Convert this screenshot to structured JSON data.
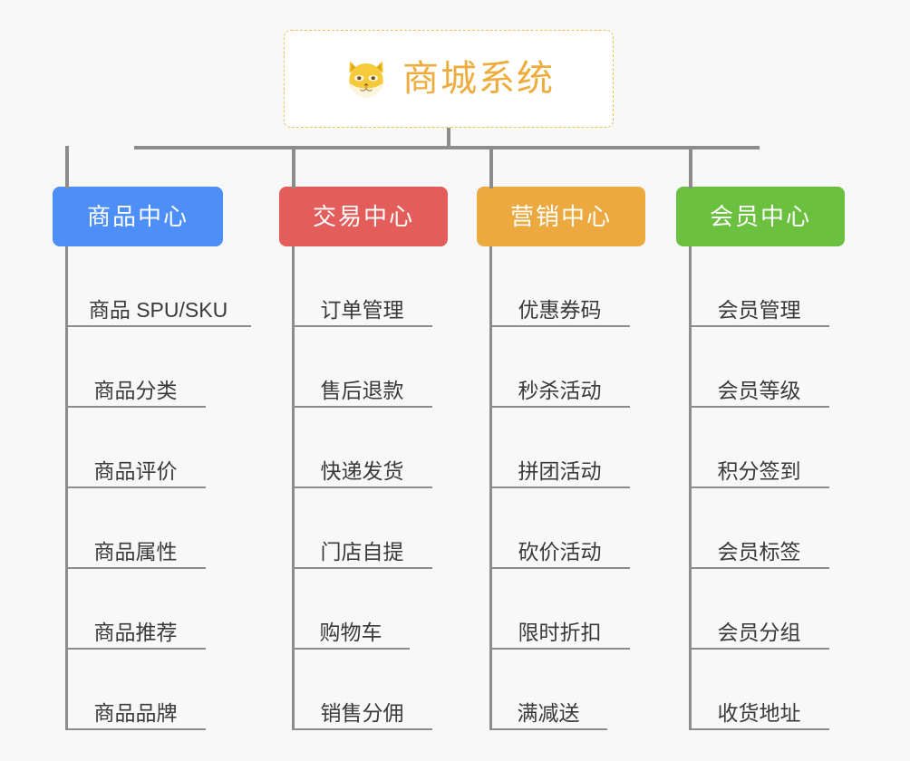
{
  "diagram": {
    "type": "mindmap",
    "background_color": "#f8f8f8",
    "connector_color": "#8c8c8c"
  },
  "root": {
    "title": "商城系统",
    "icon": "shiba-dog-face-icon",
    "text_color": "#eeac3c",
    "border_color": "#f0c060",
    "background_color": "#ffffff"
  },
  "branches": [
    {
      "label": "商品中心",
      "color": "#4d8ef7",
      "items": [
        {
          "label": "商品 SPU/SKU"
        },
        {
          "label": "商品分类"
        },
        {
          "label": "商品评价"
        },
        {
          "label": "商品属性"
        },
        {
          "label": "商品推荐"
        },
        {
          "label": "商品品牌"
        }
      ]
    },
    {
      "label": "交易中心",
      "color": "#e35d5b",
      "items": [
        {
          "label": "订单管理"
        },
        {
          "label": "售后退款"
        },
        {
          "label": "快递发货"
        },
        {
          "label": "门店自提"
        },
        {
          "label": "购物车"
        },
        {
          "label": "销售分佣"
        }
      ]
    },
    {
      "label": "营销中心",
      "color": "#eca93f",
      "items": [
        {
          "label": "优惠券码"
        },
        {
          "label": "秒杀活动"
        },
        {
          "label": "拼团活动"
        },
        {
          "label": "砍价活动"
        },
        {
          "label": "限时折扣"
        },
        {
          "label": "满减送"
        }
      ]
    },
    {
      "label": "会员中心",
      "color": "#6cc03f",
      "items": [
        {
          "label": "会员管理"
        },
        {
          "label": "会员等级"
        },
        {
          "label": "积分签到"
        },
        {
          "label": "会员标签"
        },
        {
          "label": "会员分组"
        },
        {
          "label": "收货地址"
        }
      ]
    }
  ]
}
